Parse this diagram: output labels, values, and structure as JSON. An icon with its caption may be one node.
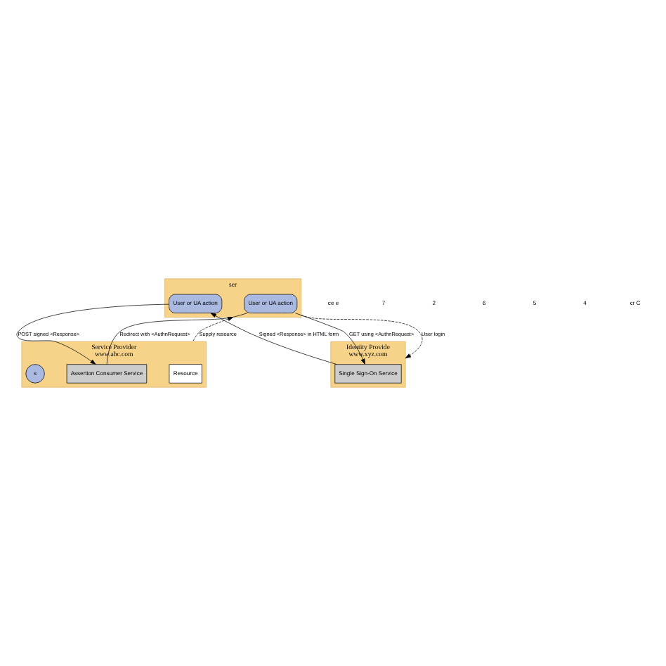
{
  "diagram": {
    "nodes": [
      {
        "text": [
          "ser"
        ]
      },
      {
        "text": [
          "User or UA action"
        ],
        "in": 0
      },
      {
        "text": [
          "User or UA action"
        ],
        "in": 0
      },
      {
        "text": [
          "Service Provider",
          "www.abc.com"
        ]
      },
      {
        "text": [
          "Assertion Consumer Service"
        ],
        "in": 3
      },
      {
        "text": [
          "Resource"
        ],
        "in": 3
      },
      {
        "text": [
          "s"
        ],
        "in": 3
      },
      {
        "text": [
          "Identity Provide",
          "www.xyz.com"
        ]
      },
      {
        "text": [
          "Single Sign-On Service"
        ],
        "in": 7
      }
    ],
    "edges": [
      {
        "from": 3,
        "to": 0,
        "arrow": "to",
        "label": "Supply resource",
        "style": "dashed"
      },
      {
        "from": 4,
        "to": 1,
        "arrow": "none",
        "label": "Redirect with <AuthnRequest>"
      },
      {
        "from": 2,
        "to": 4,
        "arrow": "to",
        "label": "POST signed <Response>"
      },
      {
        "from": 8,
        "to": 2,
        "arrow": "to",
        "label": "Signed <Response> in HTML form"
      },
      {
        "from": 1,
        "to": 8,
        "arrow": "to",
        "label": "GET using <AuthnRequest>"
      },
      {
        "from": 0,
        "to": 7,
        "arrow": "to",
        "label": "User login",
        "style": "dashed"
      }
    ],
    "labels": [
      "ce e",
      "7",
      "2",
      "6",
      "5",
      "4",
      "cr C"
    ]
  }
}
